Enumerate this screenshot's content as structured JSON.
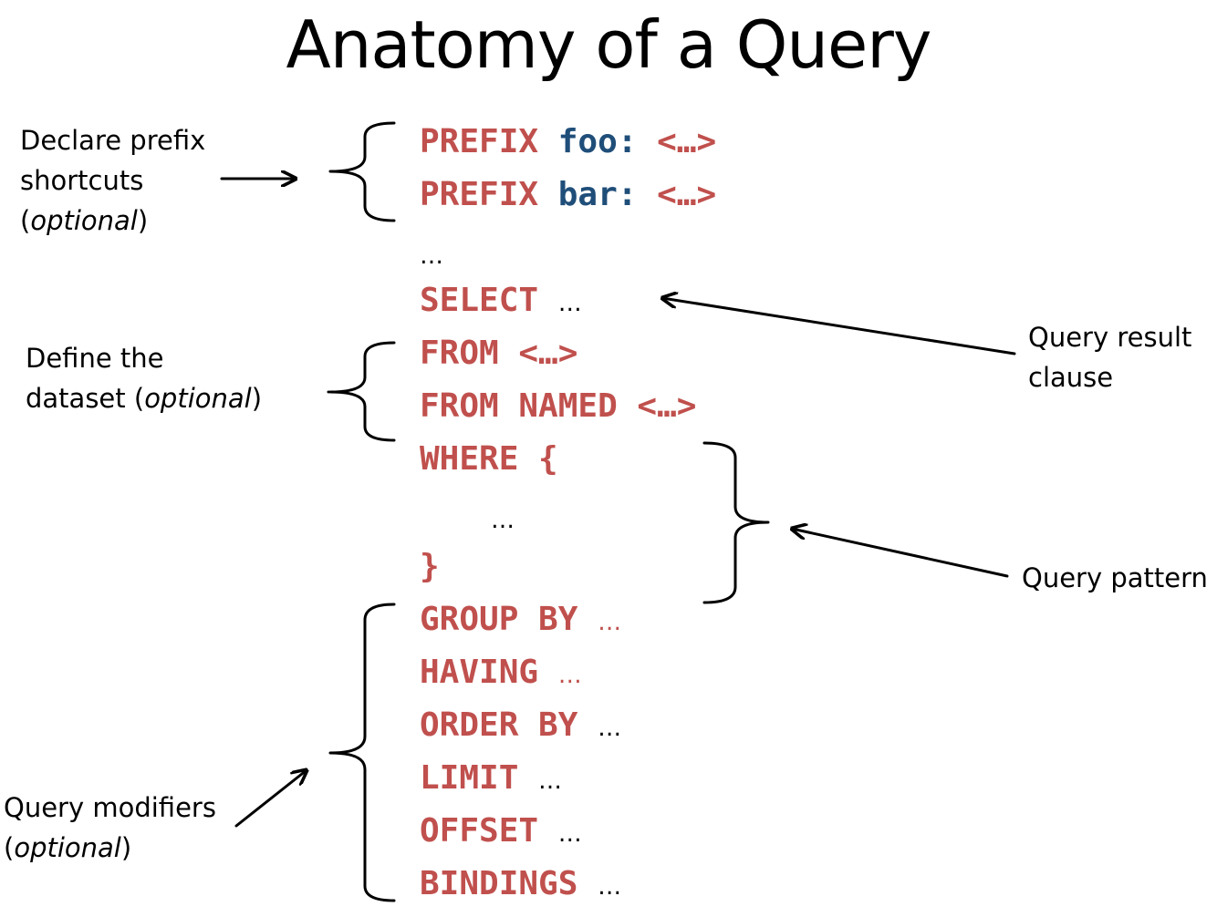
{
  "title": "Anatomy of a Query",
  "labels": {
    "prefix_l1": "Declare prefix",
    "prefix_l2": "shortcuts",
    "prefix_l3_open": "(",
    "prefix_l3_it": "optional",
    "prefix_l3_close": ")",
    "dataset_l1": "Define the",
    "dataset_l2_a": "dataset (",
    "dataset_l2_it": "optional",
    "dataset_l2_close": ")",
    "result_l1": "Query result",
    "result_l2": "clause",
    "pattern": "Query pattern",
    "modifiers_l1": "Query modifiers",
    "modifiers_l2_open": "(",
    "modifiers_l2_it": "optional",
    "modifiers_l2_close": ")"
  },
  "code": {
    "prefix1_kw": "PREFIX ",
    "prefix1_ns": "foo:",
    "prefix1_iri": " <…>",
    "prefix2_kw": "PREFIX ",
    "prefix2_ns": "bar:",
    "prefix2_iri": " <…>",
    "ellipsis1": "…",
    "select_kw": "SELECT ",
    "select_etc": "…",
    "from_kw": "FROM <…>",
    "from_named_kw": "FROM NAMED <…>",
    "where_kw": "WHERE {",
    "where_body": "…",
    "where_close": "}",
    "group_kw": "GROUP BY ",
    "group_etc": "…",
    "having_kw": "HAVING ",
    "having_etc": "…",
    "order_kw": "ORDER BY ",
    "order_etc": "…",
    "limit_kw": "LIMIT ",
    "limit_etc": "…",
    "offset_kw": "OFFSET ",
    "offset_etc": "…",
    "bindings_kw": "BINDINGS ",
    "bindings_etc": "…"
  }
}
